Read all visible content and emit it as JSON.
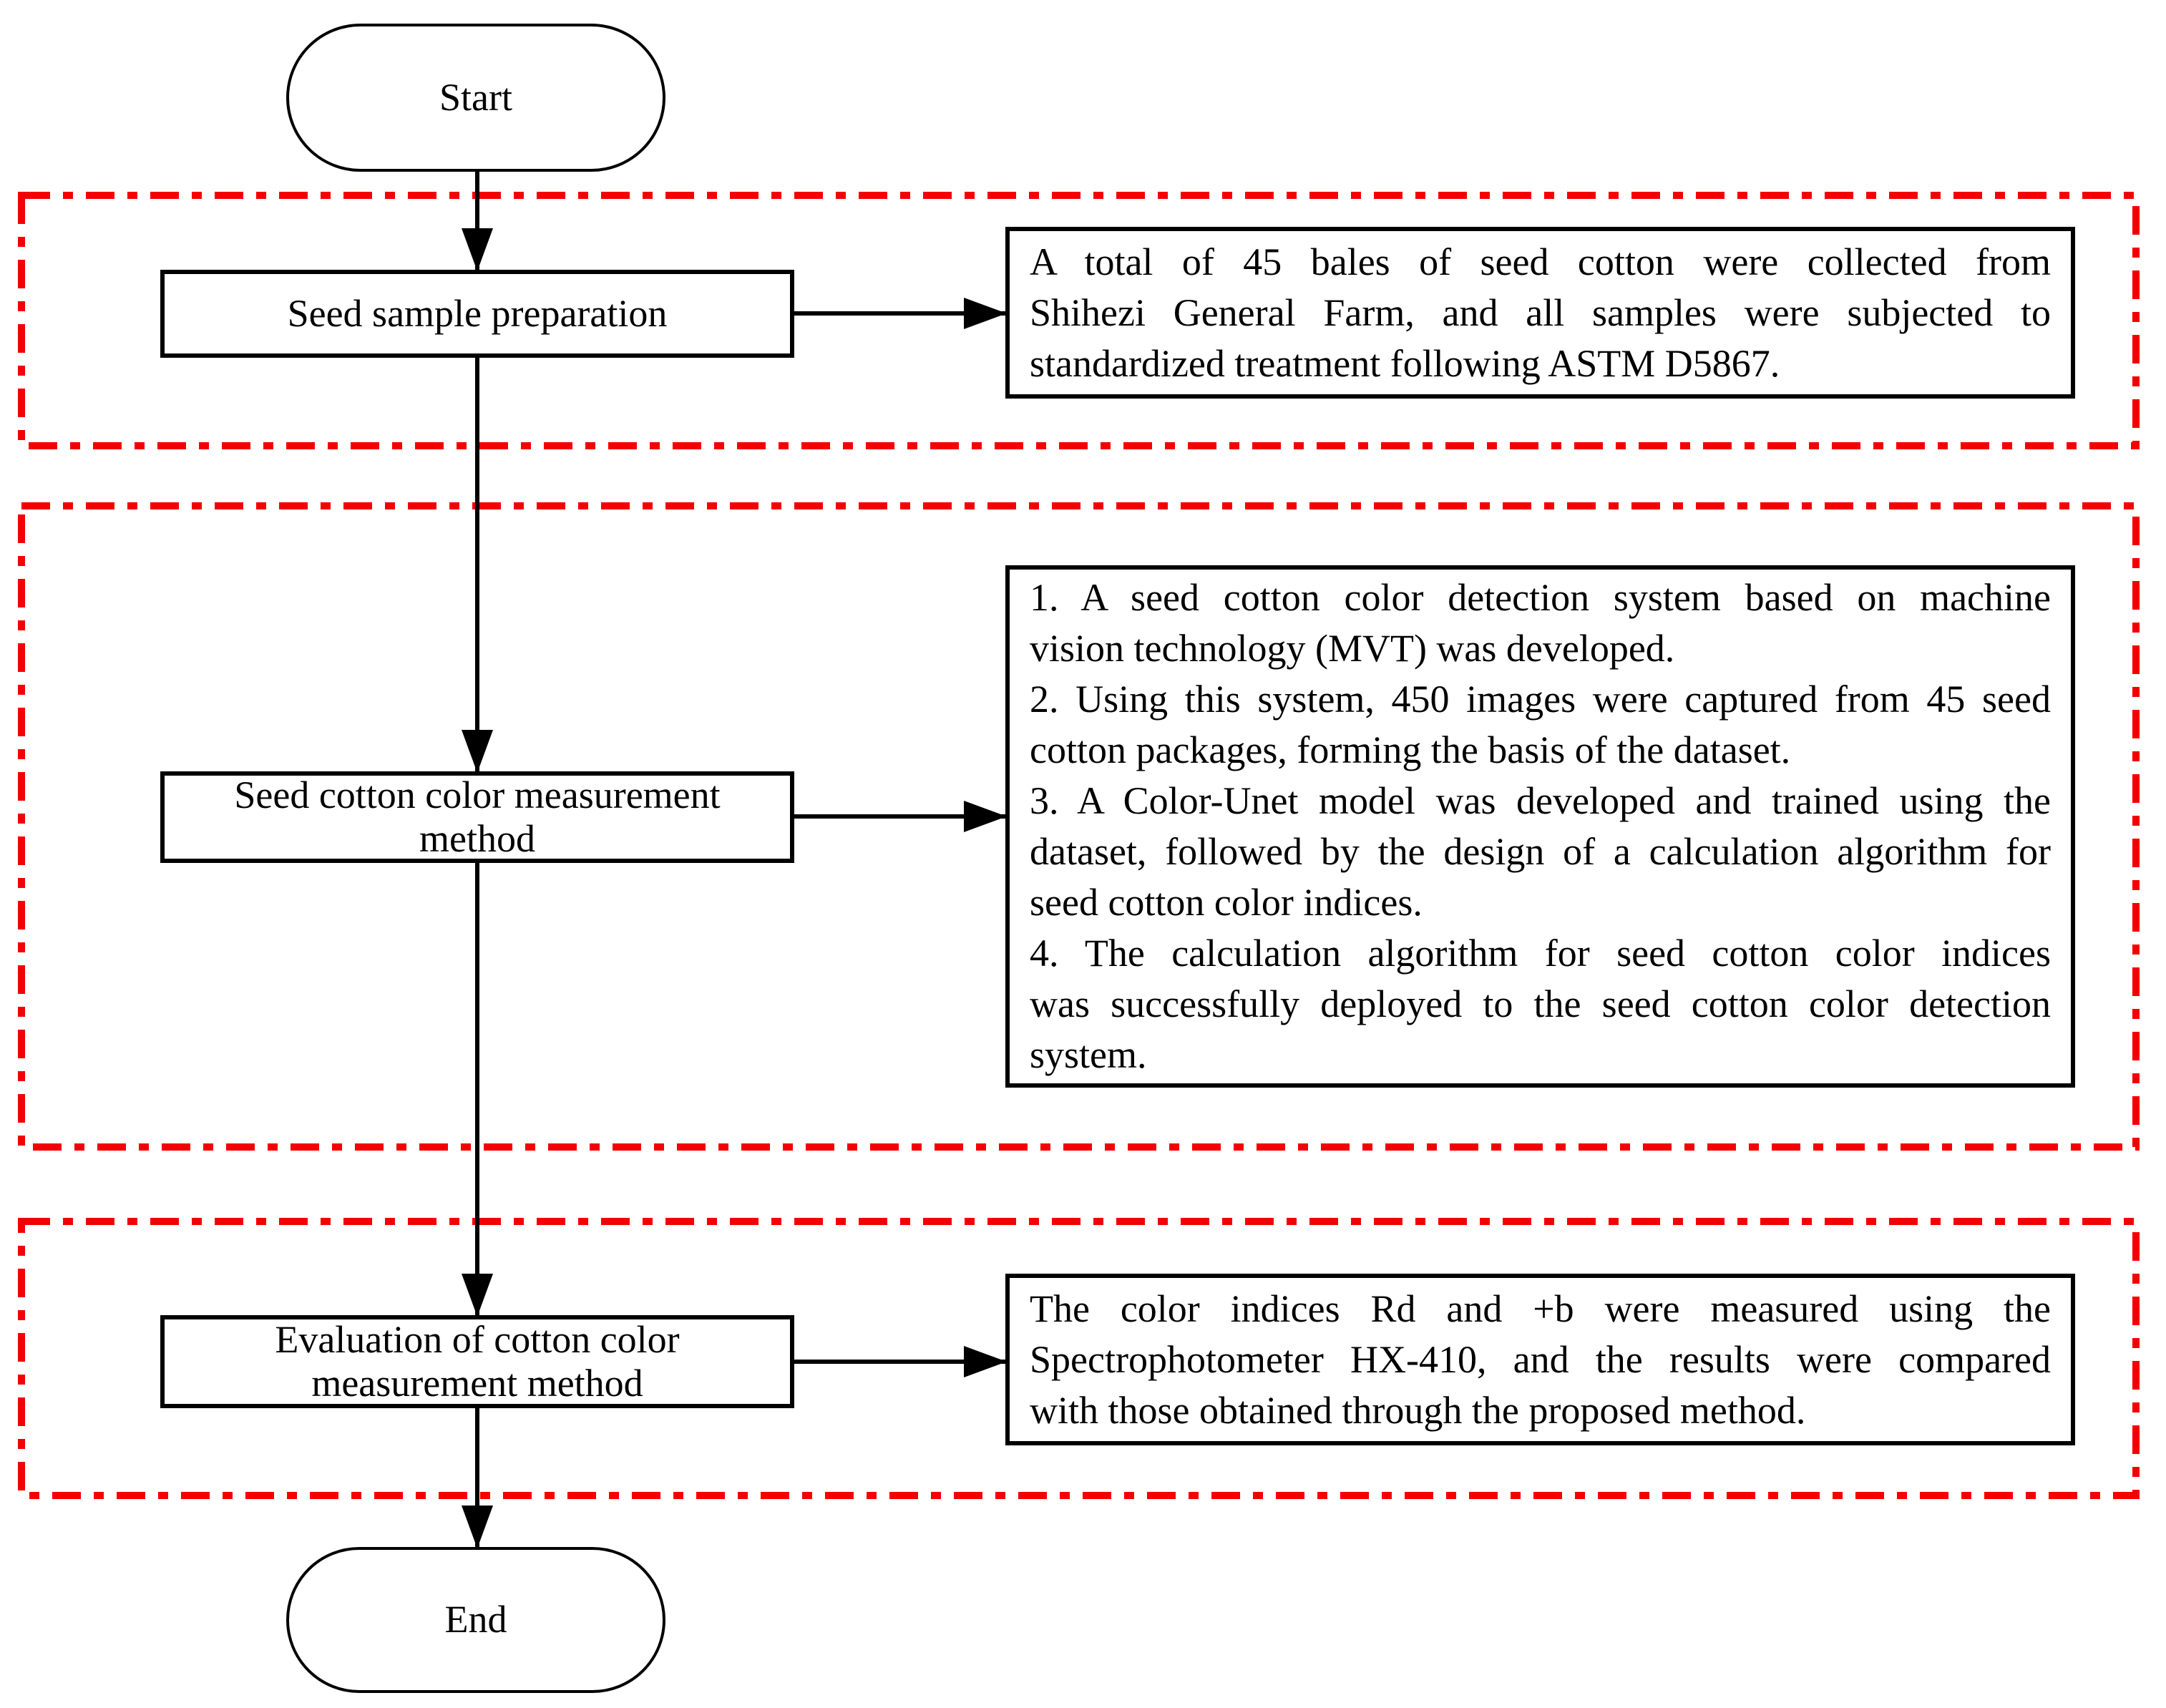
{
  "diagram": {
    "start_label": "Start",
    "end_label": "End",
    "steps": [
      {
        "label": "Seed sample preparation",
        "note_paragraphs": [
          [
            "A total of 45 bales of seed cotton were collected from",
            "Shihezi General Farm, and all samples were subjected to",
            "standardized treatment following ASTM D5867."
          ]
        ]
      },
      {
        "label": "Seed cotton color measurement\nmethod",
        "note_paragraphs": [
          [
            "1. A seed cotton color detection system based on machine",
            "vision technology (MVT) was developed."
          ],
          [
            "2. Using this system, 450 images were captured from 45 seed",
            "cotton packages, forming the basis of the dataset."
          ],
          [
            "3. A Color-Unet model was developed and trained using the",
            "dataset, followed by the design of a calculation algorithm for",
            "seed cotton color indices."
          ],
          [
            "4. The calculation algorithm for seed cotton color indices",
            "was successfully deployed to the seed cotton color detection",
            "system."
          ]
        ]
      },
      {
        "label": "Evaluation of cotton color\nmeasurement method",
        "note_paragraphs": [
          [
            "The color indices Rd and +b were measured using the",
            "Spectrophotometer HX-410, and the results were compared",
            "with those obtained through the proposed method."
          ]
        ]
      }
    ],
    "colors": {
      "region_border": "#f40000",
      "line": "#000000"
    }
  }
}
